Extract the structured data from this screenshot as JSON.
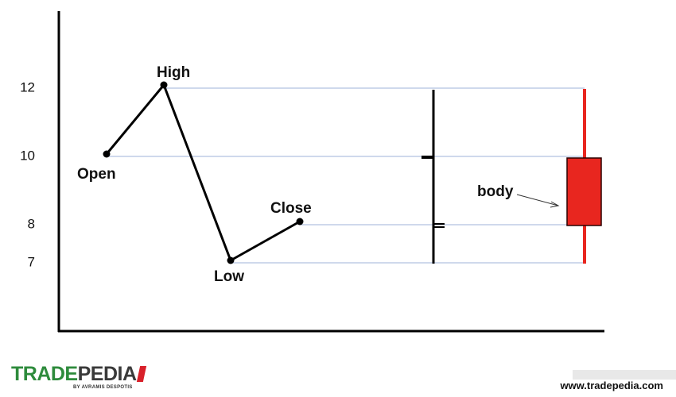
{
  "diagram": {
    "y_ticks": [
      "12",
      "10",
      "8",
      "7"
    ],
    "points": [
      {
        "key": "open",
        "label": "Open",
        "price": 10
      },
      {
        "key": "high",
        "label": "High",
        "price": 12
      },
      {
        "key": "low",
        "label": "Low",
        "price": 7
      },
      {
        "key": "close",
        "label": "Close",
        "price": 8
      }
    ],
    "body_label": "body",
    "colors": {
      "axis": "#000000",
      "path": "#000000",
      "guide": "#9fb3d8",
      "candle": "#e8261f",
      "candle_border": "#2a0000"
    }
  },
  "footer": {
    "brand_part1": "TRADE",
    "brand_part2": "PEDIA",
    "brand_subtitle": "BY AVRAMIS DESPOTIS",
    "website": "www.tradepedia.com"
  }
}
